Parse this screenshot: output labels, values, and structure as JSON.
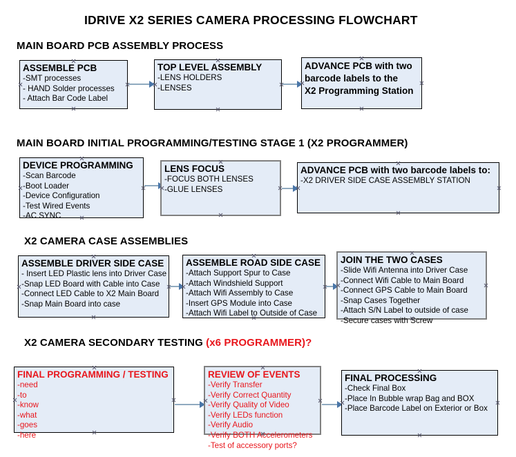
{
  "document": {
    "title": "IDRIVE X2  SERIES CAMERA PROCESSING FLOWCHART",
    "accent_color": "#e8161c",
    "box_fill_color": "#e4ecf7",
    "connector_color": "#8faabf"
  },
  "sections": [
    {
      "heading": "MAIN BOARD PCB ASSEMBLY PROCESS",
      "heading_accent": "",
      "nodes": [
        {
          "title": "ASSEMBLE PCB",
          "lines": [
            "-SMT processes",
            "- HAND Solder processes",
            "- Attach Bar Code Label"
          ]
        },
        {
          "title": "TOP LEVEL ASSEMBLY",
          "lines": [
            "-LENS HOLDERS",
            "-LENSES"
          ]
        },
        {
          "title_lines": [
            "ADVANCE PCB with two",
            "barcode labels to the",
            " X2 Programming Station"
          ],
          "lines": []
        }
      ]
    },
    {
      "heading": "MAIN BOARD INITIAL PROGRAMMING/TESTING STAGE 1 (X2 PROGRAMMER)",
      "heading_accent": "",
      "nodes": [
        {
          "title": "DEVICE PROGRAMMING",
          "lines": [
            "-Scan Barcode",
            "-Boot Loader",
            "-Device Configuration",
            "-Test Wired Events",
            "-AC SYNC"
          ]
        },
        {
          "title": "LENS FOCUS",
          "lines": [
            "-FOCUS BOTH LENSES",
            "-GLUE LENSES"
          ]
        },
        {
          "title": "ADVANCE PCB with two barcode labels to:",
          "lines": [
            "-X2 DRIVER  SIDE  CASE  ASSEMBLY STATION"
          ]
        }
      ]
    },
    {
      "heading": "X2 CAMERA CASE ASSEMBLIES",
      "heading_accent": "",
      "nodes": [
        {
          "title": "ASSEMBLE DRIVER SIDE CASE",
          "lines": [
            "- Insert LED Plastic lens into Driver Case",
            "-Snap LED Board with Cable into Case",
            "-Connect LED Cable to X2 Main Board",
            "-Snap Main Board into case"
          ]
        },
        {
          "title": "ASSEMBLE ROAD SIDE CASE",
          "lines": [
            "-Attach Support Spur to Case",
            "-Attach Windshield Support",
            "-Attach Wifi Assembly to Case",
            "-Insert GPS Module into Case",
            "-Attach Wifi Label to Outside of Case"
          ]
        },
        {
          "title": "JOIN THE TWO CASES",
          "lines": [
            "-Slide Wifi Antenna into Driver Case",
            "-Connect Wifi Cable to Main Board",
            "-Connect GPS Cable to Main Board",
            "-Snap Cases Together",
            "-Attach S/N Label to outside of case",
            "-Secure cases with Screw"
          ]
        }
      ]
    },
    {
      "heading": "X2 CAMERA SECONDARY TESTING ",
      "heading_accent": "(x6 PROGRAMMER)?",
      "nodes": [
        {
          "title": "FINAL PROGRAMMING / TESTING",
          "lines": [
            "-need",
            "-to",
            "-know",
            "-what",
            "-goes",
            "-here"
          ]
        },
        {
          "title": "REVIEW OF EVENTS",
          "lines": [
            "-Verify Transfer",
            "-Verify Correct Quantity",
            "-Verify Quality of Video",
            "-Verify LEDs function",
            "-Verify Audio",
            "-Verify BOTH Accelerometers",
            "-Test of accessory ports?"
          ]
        },
        {
          "title": "FINAL PROCESSING",
          "lines": [
            " -Check Final Box",
            "-Place In Bubble wrap Bag and BOX",
            "-Place Barcode Label on Exterior or Box"
          ]
        }
      ]
    }
  ]
}
